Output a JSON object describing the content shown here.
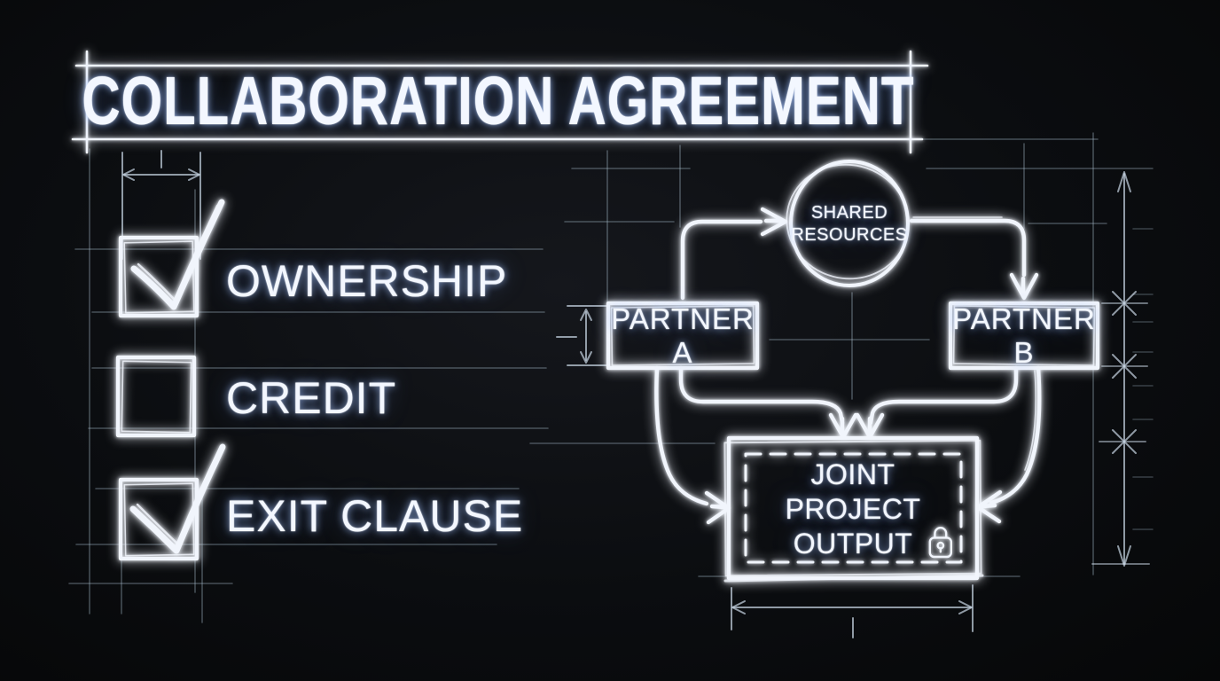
{
  "title": "COLLABORATION AGREEMENT",
  "checklist": {
    "items": [
      {
        "label": "OWNERSHIP",
        "checked": true
      },
      {
        "label": "CREDIT",
        "checked": false
      },
      {
        "label": "EXIT CLAUSE",
        "checked": true
      }
    ]
  },
  "diagram": {
    "nodes": {
      "shared_resources": {
        "label": "SHARED RESOURCES",
        "shape": "circle"
      },
      "partner_a": {
        "label": "PARTNER A",
        "shape": "rectangle"
      },
      "partner_b": {
        "label": "PARTNER B",
        "shape": "rectangle"
      },
      "joint_output": {
        "label": "JOINT PROJECT OUTPUT",
        "shape": "dashed-rectangle",
        "icon": "lock-icon"
      }
    },
    "edges": [
      {
        "from": "partner_a",
        "to": "shared_resources",
        "style": "arrow"
      },
      {
        "from": "shared_resources",
        "to": "partner_b",
        "style": "arrow"
      },
      {
        "from": "partner_a",
        "to": "joint_output",
        "via": "top-center",
        "style": "arrow"
      },
      {
        "from": "partner_a",
        "to": "joint_output",
        "via": "left-side",
        "style": "arrow"
      },
      {
        "from": "partner_b",
        "to": "joint_output",
        "via": "top-center",
        "style": "arrow"
      },
      {
        "from": "partner_b",
        "to": "joint_output",
        "via": "right-side",
        "style": "arrow"
      }
    ]
  },
  "style": {
    "theme": "dark-blueprint-sketch",
    "background": "#0b0d10",
    "ink": "#f2f6fd",
    "faint_ink": "#a9bccd"
  }
}
